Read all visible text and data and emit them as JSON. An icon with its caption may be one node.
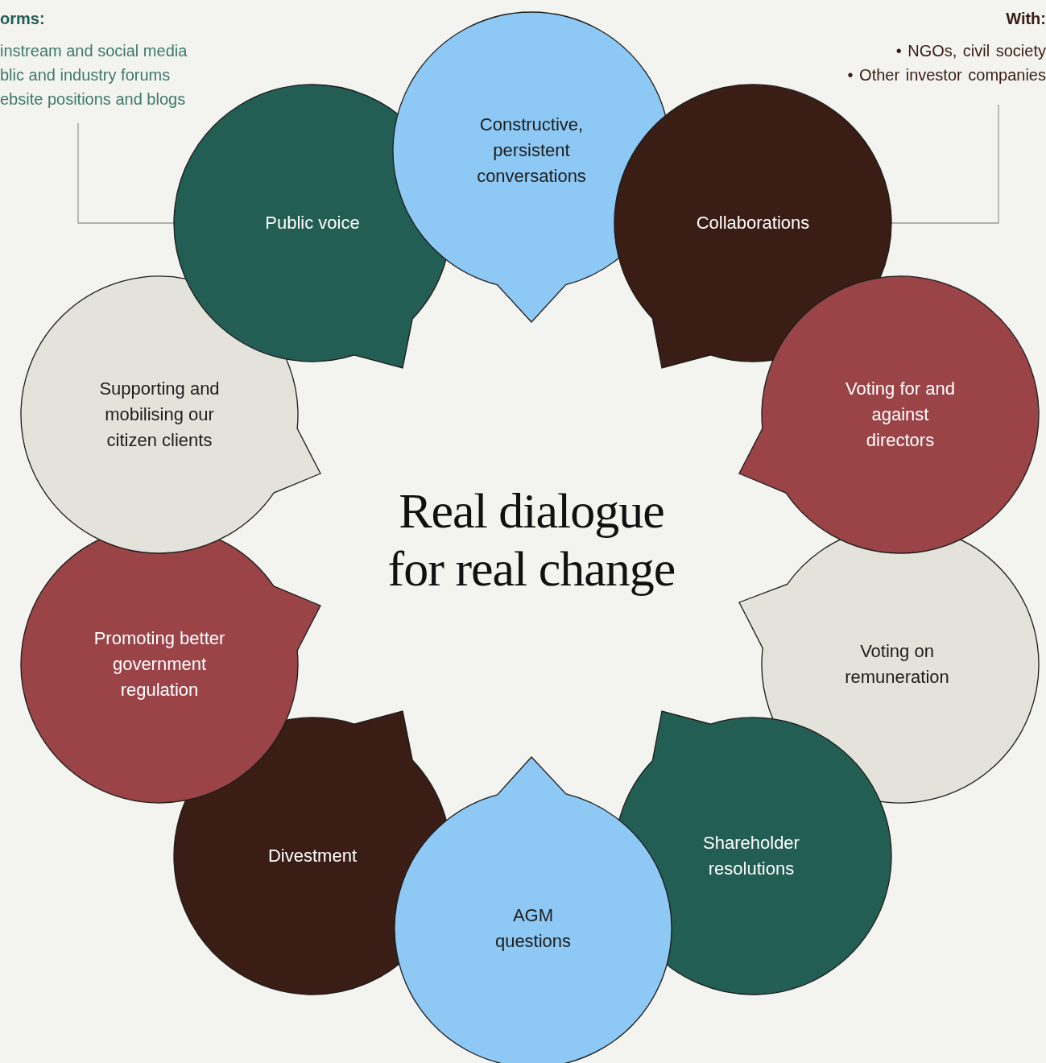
{
  "diagram": {
    "title": "Real dialogue for real change",
    "nodes": [
      {
        "text": [
          "orms:",
          "instream and social media",
          "blic and industry forums",
          "ebsite positions and blogs"
        ]
      },
      {
        "text": [
          "With:",
          "• NGOs, civil society",
          "• Other investor companies"
        ]
      },
      {
        "text": [
          "Constructive, persistent conversations"
        ]
      },
      {
        "text": [
          "Collaborations"
        ]
      },
      {
        "text": [
          "Voting for and against directors"
        ]
      },
      {
        "text": [
          "Voting on remuneration"
        ]
      },
      {
        "text": [
          "Shareholder resolutions"
        ]
      },
      {
        "text": [
          "AGM questions"
        ]
      },
      {
        "text": [
          "Divestment"
        ]
      },
      {
        "text": [
          "Promoting better government regulation"
        ]
      },
      {
        "text": [
          "Supporting and mobilising our citizen clients"
        ]
      },
      {
        "text": [
          "Public voice"
        ]
      }
    ],
    "edges": [
      {
        "from": 0,
        "to": 11,
        "arrow": "none"
      },
      {
        "from": 1,
        "to": 3,
        "arrow": "none"
      }
    ]
  }
}
